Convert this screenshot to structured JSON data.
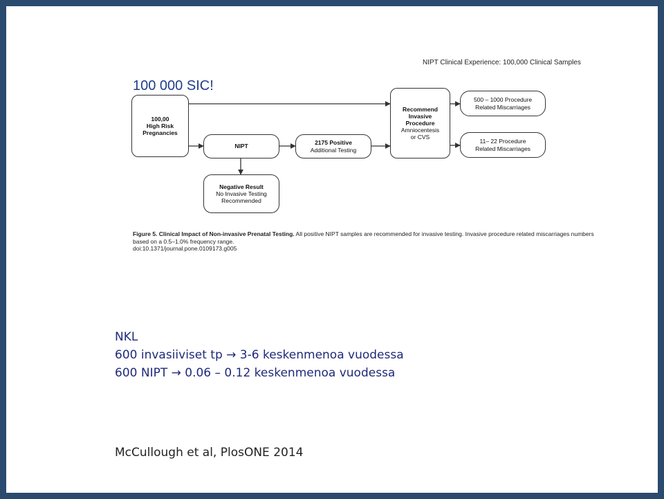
{
  "figure": {
    "header": "NIPT Clinical Experience: 100,000 Clinical Samples",
    "annotation": "100 000  SIC!",
    "nodes": {
      "high_risk": {
        "line1": "100,00",
        "line2": "High Risk",
        "line3": "Pregnancies"
      },
      "nipt": {
        "label": "NIPT"
      },
      "positive": {
        "line1": "2175 Positive",
        "line2": "Additional Testing"
      },
      "recommend": {
        "line1": "Recommend",
        "line2": "Invasive",
        "line3": "Procedure",
        "line4": "Amniocentesis",
        "line5": "or CVS"
      },
      "miscarriage_high": {
        "line1": "500 – 1000 Procedure",
        "line2": "Related Miscarriages"
      },
      "miscarriage_low": {
        "line1": "11– 22 Procedure",
        "line2": "Related Miscarriages"
      },
      "negative": {
        "line1": "Negative Result",
        "line2": "No Invasive Testing",
        "line3": "Recommended"
      }
    },
    "caption": {
      "lead": "Figure 5. Clinical Impact of Non-invasive Prenatal Testing.",
      "text": " All positive NIPT samples are recommended for invasive testing. Invasive procedure related miscarriages numbers based on a 0.5–1.0% frequency range.",
      "doi": "doi:10.1371/journal.pone.0109173.g005"
    }
  },
  "notes": {
    "line1": "NKL",
    "line2": "600 invasiiviset tp → 3-6 keskenmenoa vuodessa",
    "line3": "600 NIPT → 0.06 – 0.12 keskenmenoa vuodessa"
  },
  "reference": "McCullough et al, PlosONE 2014"
}
